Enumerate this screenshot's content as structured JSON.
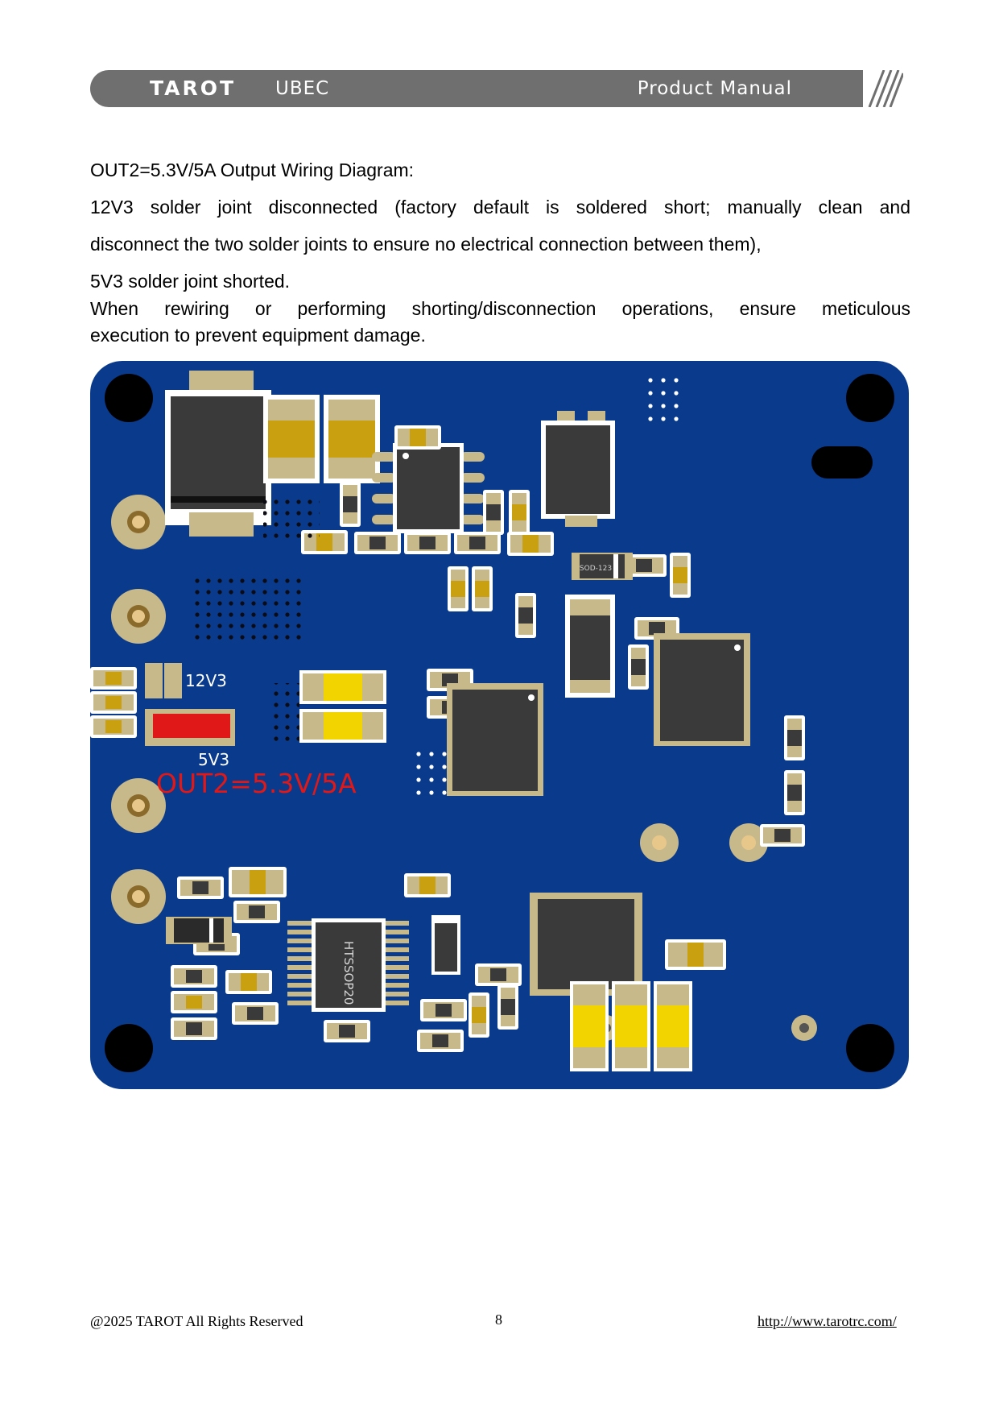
{
  "header": {
    "brand": "TAROT",
    "product": "UBEC",
    "doc_type": "Product Manual"
  },
  "body": {
    "heading": "OUT2=5.3V/5A Output Wiring Diagram:",
    "line1": "12V3 solder joint disconnected (factory default is soldered short; manually clean and",
    "line2": "disconnect the two solder joints to ensure no electrical connection between them),",
    "line3": "5V3 solder joint shorted.",
    "line4": "When rewiring or performing shorting/disconnection operations, ensure meticulous",
    "line5": "execution to prevent equipment damage."
  },
  "figure": {
    "label_12v3": "12V3",
    "label_5v3": "5V3",
    "label_out2": "OUT2=5.3V/5A",
    "label_sod": "SOD-123",
    "label_ic": "HTSSOP20",
    "board_color": "#0a3a8c",
    "highlight_color": "#e01818"
  },
  "footer": {
    "copyright": "@2025 TAROT All Rights Reserved",
    "page_number": "8",
    "url": "http://www.tarotrc.com/"
  }
}
